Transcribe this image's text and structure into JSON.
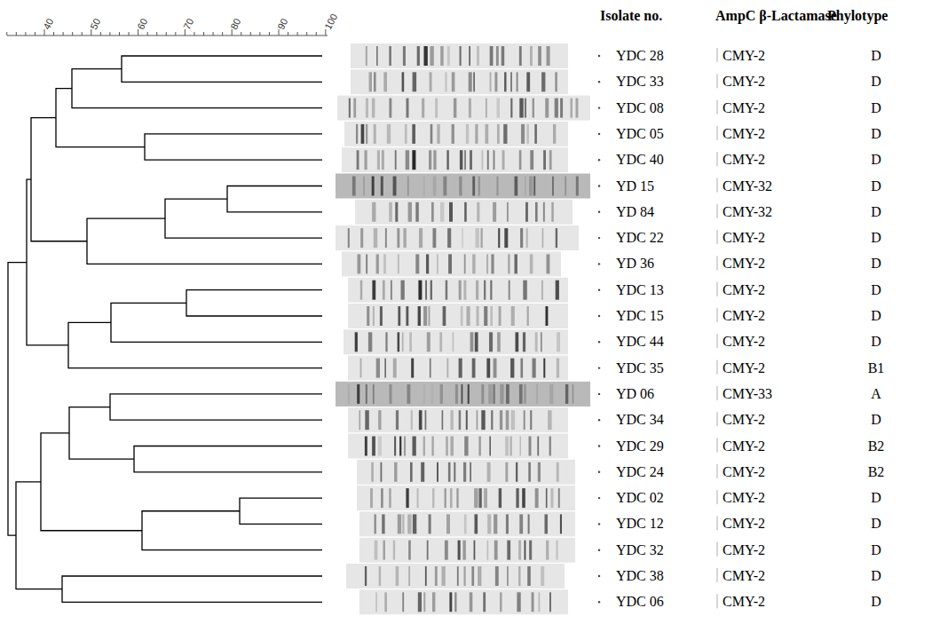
{
  "diagram": {
    "labels": [
      "40",
      "50",
      "60",
      "70",
      "80",
      "90",
      "100",
      "Isolate no.",
      "AmpC β-Lactamase",
      "Phylotype",
      "YDC 28",
      "CMY-2",
      "D",
      "YDC 33",
      "CMY-2",
      "D",
      "YDC 08",
      "CMY-2",
      "D",
      "YDC 05",
      "CMY-2",
      "D",
      "YDC 40",
      "CMY-2",
      "D",
      "YD 15",
      "CMY-32",
      "D",
      "YD 84",
      "CMY-32",
      "D",
      "YDC 22",
      "CMY-2",
      "D",
      "YD 36",
      "CMY-2",
      "D",
      "YDC 13",
      "CMY-2",
      "D",
      "YDC 15",
      "CMY-2",
      "D",
      "YDC 44",
      "CMY-2",
      "D",
      "YDC 35",
      "CMY-2",
      "B1",
      "YD 06",
      "CMY-33",
      "A",
      "YDC 34",
      "CMY-2",
      "D",
      "YDC 29",
      "CMY-2",
      "B2",
      "YDC 24",
      "CMY-2",
      "B2",
      "YDC 02",
      "CMY-2",
      "D",
      "YDC 12",
      "CMY-2",
      "D",
      "YDC 32",
      "CMY-2",
      "D",
      "YDC 38",
      "CMY-2",
      "D",
      "YDC 06",
      "CMY-2",
      "D"
    ]
  }
}
